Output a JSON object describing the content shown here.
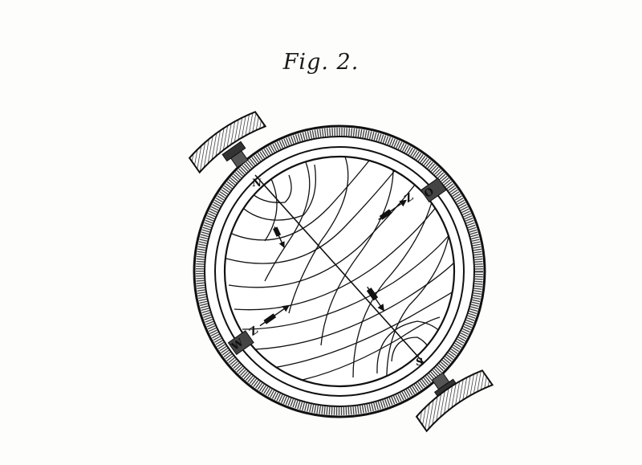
{
  "figure": {
    "caption": "Fig. 2.",
    "labels": {
      "north": "N",
      "south": "S",
      "west": "W",
      "east": "O",
      "z_upper": "Z",
      "z_lower": "Z"
    }
  }
}
